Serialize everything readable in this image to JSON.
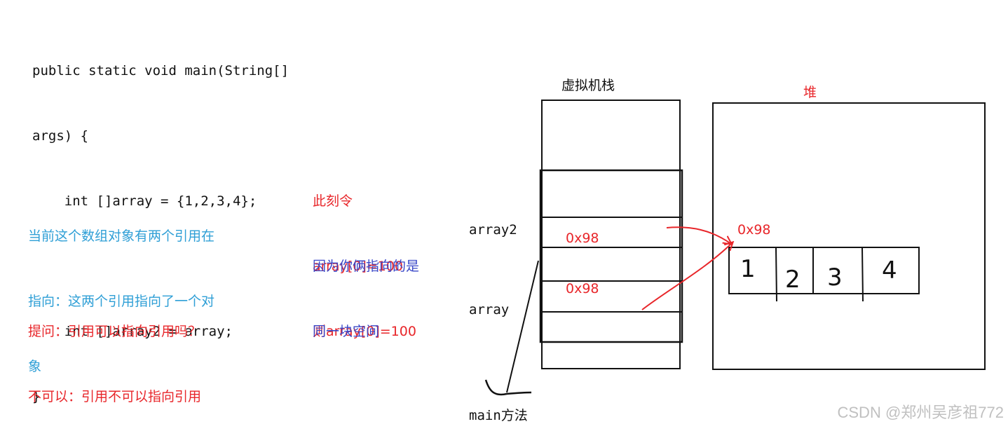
{
  "code": {
    "lines": [
      "public static void main(String[]",
      "args) {",
      "    int []array = {1,2,3,4};",
      "",
      "    int []array2 = array;",
      "}"
    ]
  },
  "notes": {
    "reference_note": [
      "当前这个数组对象有两个引用在",
      "指向：这两个引用指向了一个对",
      "象"
    ],
    "question": [
      "提问：引用可以指向引用吗？",
      "不可以：引用不可以指向引用"
    ],
    "assignment_red": [
      "此刻令",
      "array[0]=100",
      "则array[0]=100"
    ],
    "reason_blue": [
      "因为你俩指向的是",
      "同一块空间"
    ]
  },
  "diagram": {
    "stack_title": "虚拟机栈",
    "heap_title": "堆",
    "var_array2": "array2",
    "var_array": "array",
    "slot_array2_value": "0x98",
    "slot_array_value": "0x98",
    "heap_address": "0x98",
    "array_elements": [
      "1",
      "2",
      "3",
      "4"
    ],
    "frame_label": "main方法"
  },
  "colors": {
    "red": "#e8262a",
    "blue": "#2f9fd6",
    "navy": "#3a48c8",
    "ink": "#111111"
  },
  "watermark": "CSDN @郑州吴彦祖772"
}
